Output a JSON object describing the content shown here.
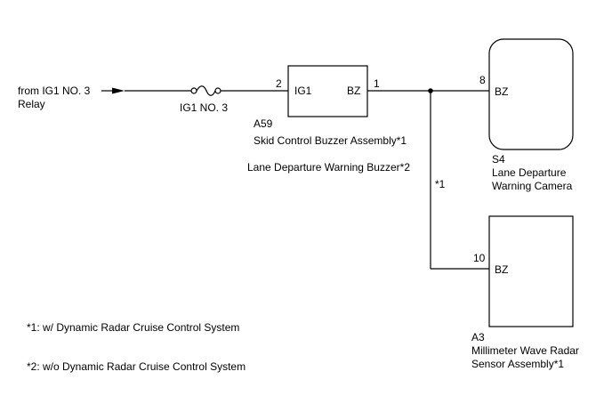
{
  "source": {
    "line1": "from IG1 NO. 3",
    "line2": "Relay"
  },
  "fuse": {
    "label": "IG1 NO. 3"
  },
  "buzzer": {
    "code": "A59",
    "name1": "Skid Control Buzzer Assembly*1",
    "name2": "Lane Departure Warning Buzzer*2",
    "pin_in": "2",
    "pin_in_label": "IG1",
    "pin_out": "1",
    "pin_out_label": "BZ"
  },
  "camera": {
    "code": "S4",
    "name1": "Lane Departure",
    "name2": "Warning Camera",
    "pin": "8",
    "pin_label": "BZ"
  },
  "branch": {
    "note": "*1"
  },
  "radar": {
    "code": "A3",
    "name1": "Millimeter Wave Radar",
    "name2": "Sensor Assembly*1",
    "pin": "10",
    "pin_label": "BZ"
  },
  "notes": {
    "note1": "*1: w/ Dynamic Radar Cruise Control System",
    "note2": "*2: w/o Dynamic Radar Cruise Control System"
  }
}
